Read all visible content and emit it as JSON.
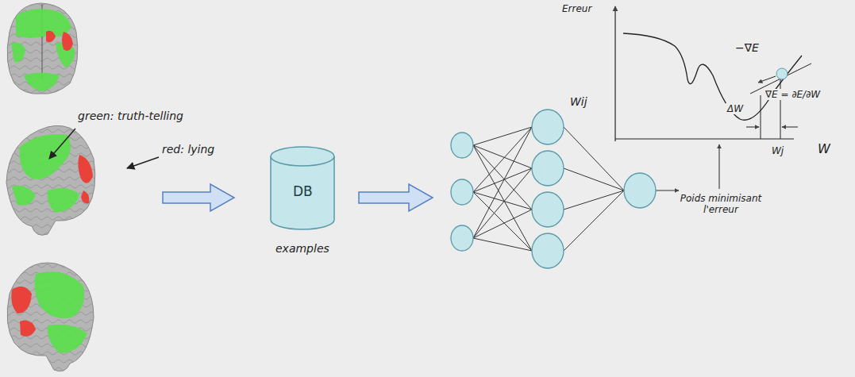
{
  "diagram": {
    "nodes": [
      {
        "text": [
          "DB",
          "examples"
        ]
      }
    ],
    "labels": [
      "green: truth-telling",
      "red: lying",
      "Wij",
      "Erreur",
      "−∇E",
      "∇E = ∂E/∂W",
      "ΔW",
      "Wj",
      "W",
      "Poids minimisant l'erreur"
    ]
  }
}
